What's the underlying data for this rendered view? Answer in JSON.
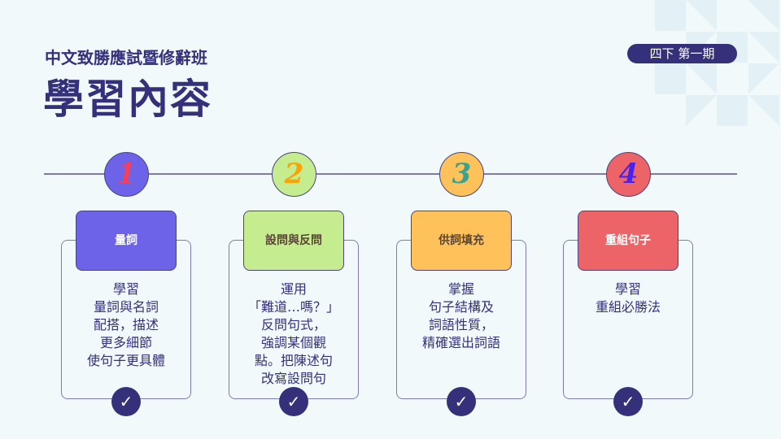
{
  "header": {
    "subtitle": "中文致勝應試暨修辭班",
    "title": "學習內容",
    "badge": "四下 第一期"
  },
  "steps": [
    {
      "number": "1",
      "number_color": "#f4405a",
      "circle_color": "#6c63e8",
      "title": "量詞",
      "title_color": "#ffffff",
      "lines": [
        "學習",
        "量詞與名詞",
        "配搭，描述",
        "更多細節",
        "使句子更具體"
      ]
    },
    {
      "number": "2",
      "number_color": "#f9a406",
      "circle_color": "#c5ec8e",
      "title": "設問與反問",
      "title_color": "#5a4636",
      "lines": [
        "運用",
        "「難道…嗎？」",
        "反問句式，",
        "強調某個觀",
        "點。把陳述句",
        "改寫設問句"
      ]
    },
    {
      "number": "3",
      "number_color": "#38a490",
      "circle_color": "#ffc15a",
      "title": "供詞填充",
      "title_color": "#5a4636",
      "lines": [
        "掌握",
        "句子結構及",
        "詞語性質，",
        "精確選出詞語"
      ]
    },
    {
      "number": "4",
      "number_color": "#4a22f0",
      "circle_color": "#ec6467",
      "title": "重組句子",
      "title_color": "#ffffff",
      "lines": [
        "學習",
        "重組必勝法"
      ]
    }
  ]
}
